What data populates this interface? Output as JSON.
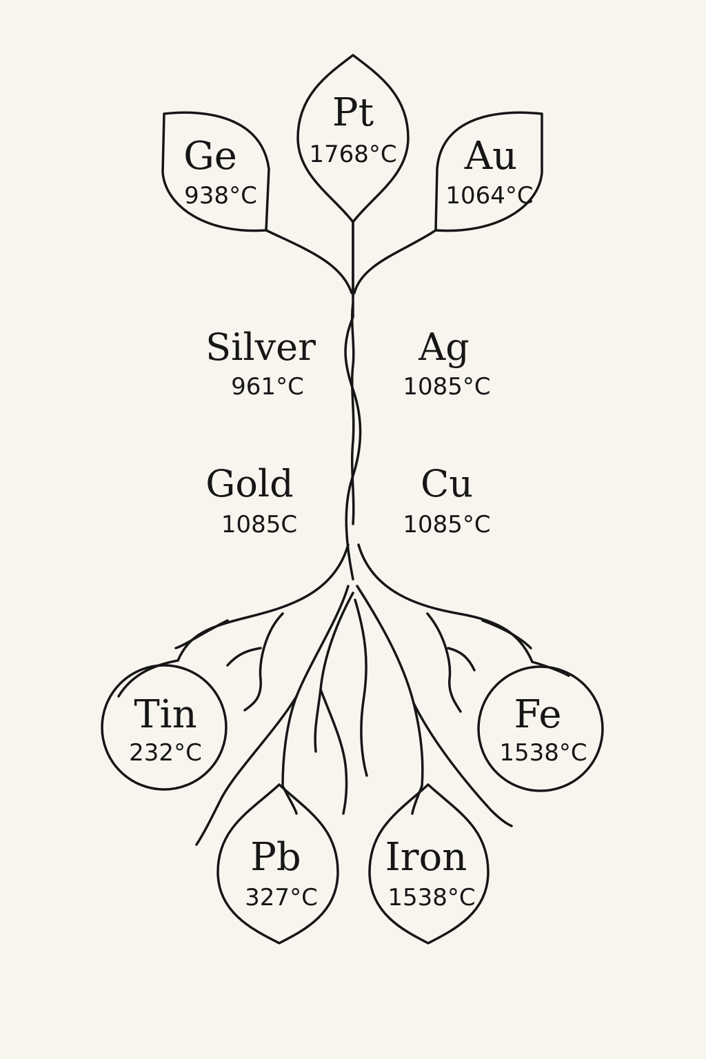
{
  "colors": {
    "background": "#f8f5ef",
    "ink": "#161616"
  },
  "leaves": [
    {
      "label": "Ge",
      "temp": "938°C"
    },
    {
      "label": "Pt",
      "temp": "1768°C"
    },
    {
      "label": "Au",
      "temp": "1064°C"
    }
  ],
  "stem_labels": [
    {
      "label": "Silver",
      "temp": "961°C"
    },
    {
      "label": "Ag",
      "temp": "1085°C"
    },
    {
      "label": "Gold",
      "temp": "1085C"
    },
    {
      "label": "Cu",
      "temp": "1085°C"
    }
  ],
  "roots": [
    {
      "label": "Tin",
      "temp": "232°C"
    },
    {
      "label": "Fe",
      "temp": "1538°C"
    },
    {
      "label": "Pb",
      "temp": "327°C"
    },
    {
      "label": "Iron",
      "temp": "1538°C"
    }
  ]
}
